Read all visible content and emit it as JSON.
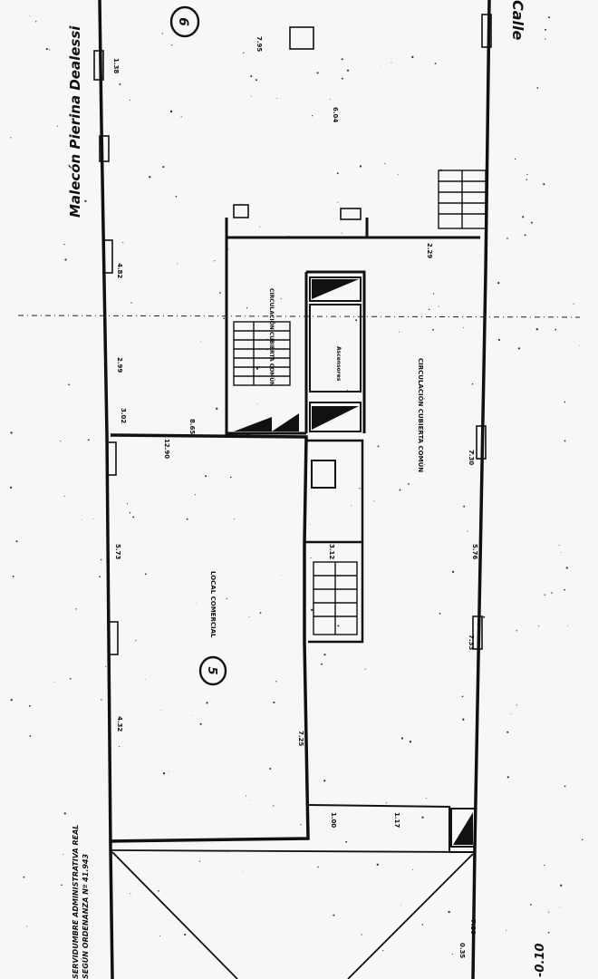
{
  "plan": {
    "street_left": "Malecón Pierina Dealessi",
    "street_right": "Calle",
    "unit_6_number": "6",
    "unit_5_number": "5",
    "unit_5_label": "LOCAL COMERCIAL",
    "corridor_upper": "CIRCULACIÓN CUBIERTA COMÚN",
    "corridor_lower": "CIRCULACIÓN CUBIERTA COMÚN",
    "elevator_label": "Ascensores",
    "servitude_line1": "SERVIDUMBRE ADMINISTRATIVA REAL",
    "servitude_line2": "SEGÚN ORDENANZA Nº 41.943",
    "corner_dim": "-0.10",
    "dims": {
      "d1": "1.38",
      "d2": "12.90",
      "d3": "6.04",
      "d4": "7.95",
      "d5": "3.02",
      "d6": "5.73",
      "d7": "2.99",
      "d8": "4.32",
      "d9": "8.65",
      "d10": "4.82",
      "d11": "7.25",
      "d12": "7.30",
      "d13": "0.35",
      "d14": "5.76",
      "d15": "7.33",
      "d16": "3.12",
      "d17": "1.00",
      "d18": "7.39",
      "d19": "1.17",
      "d20": "2.29"
    }
  }
}
